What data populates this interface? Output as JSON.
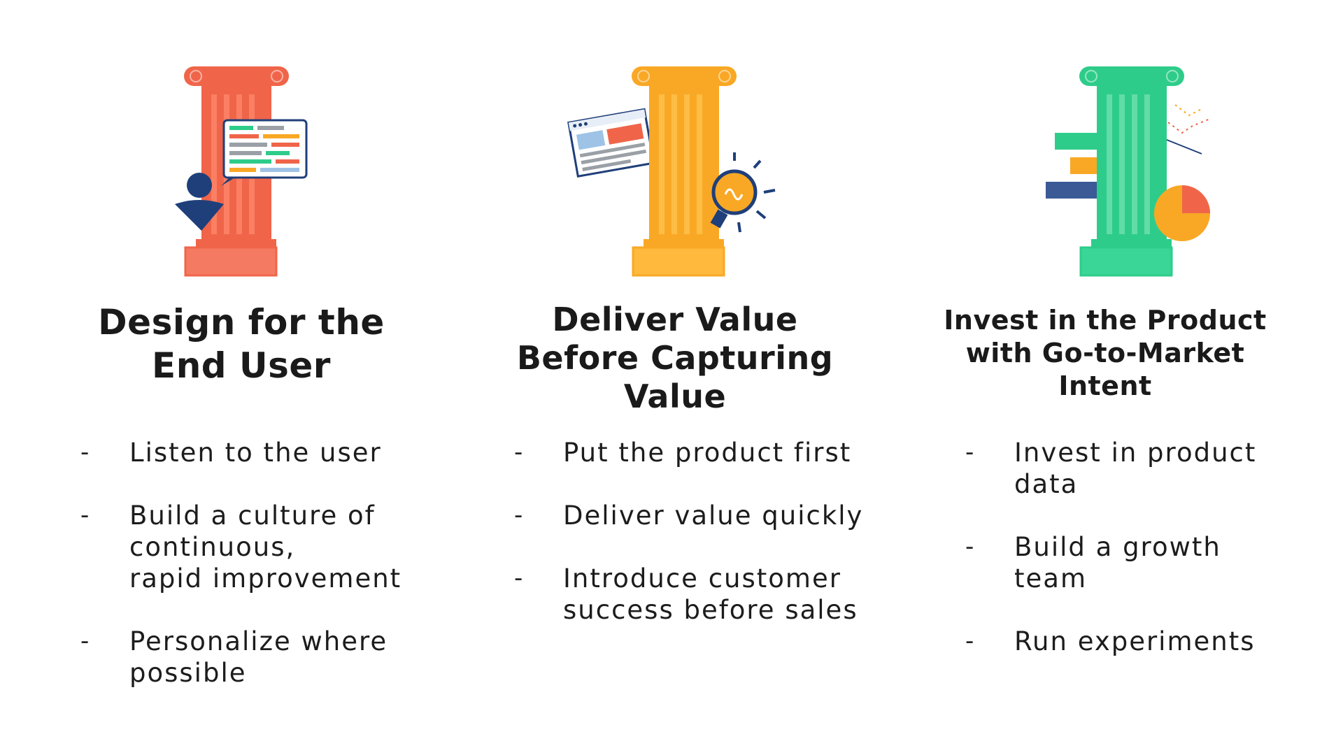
{
  "pillars": [
    {
      "title": "Design for the End User",
      "title_lines": [
        "Design for the",
        "End User"
      ],
      "color": "#f0654a",
      "bullets": [
        "Listen to the user",
        "Build a culture of\ncontinuous,\nrapid improvement",
        "Personalize where\npossible"
      ]
    },
    {
      "title": "Deliver Value Before Capturing Value",
      "title_lines": [
        "Deliver Value",
        "Before Capturing",
        "Value"
      ],
      "color": "#f9a825",
      "bullets": [
        "Put the product first",
        "Deliver value quickly",
        "Introduce customer\nsuccess before sales"
      ]
    },
    {
      "title": "Invest in the Product with Go-to-Market Intent",
      "title_lines": [
        "Invest in the Product",
        "with Go-to-Market",
        "Intent"
      ],
      "color": "#2ecc8a",
      "bullets": [
        "Invest in product\ndata",
        "Build a growth\nteam",
        "Run experiments"
      ]
    }
  ],
  "bullet_marker": "-",
  "icons": {
    "pillar_1": [
      "ionic-column-icon",
      "user-avatar-icon",
      "dashboard-card-icon"
    ],
    "pillar_2": [
      "ionic-column-icon",
      "browser-window-icon",
      "lightbulb-icon"
    ],
    "pillar_3": [
      "ionic-column-icon",
      "bar-chart-icon",
      "pie-chart-icon",
      "trend-line-icon"
    ]
  },
  "colors": {
    "background": "#ffffff",
    "text": "#1a1a1a",
    "red": "#f0654a",
    "orange": "#f9a825",
    "green": "#2ecc8a",
    "navy": "#1f3f7a",
    "gray": "#9aa0a6"
  }
}
